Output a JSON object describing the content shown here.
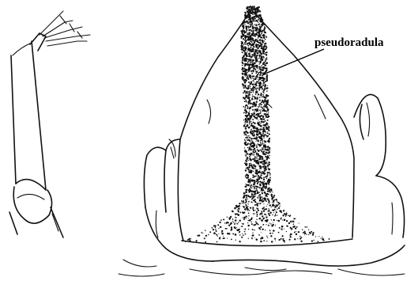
{
  "figure": {
    "labels": {
      "pseudoradula": "pseudoradula"
    },
    "parts": {
      "appendage": "appendage-drawing",
      "head": "head-drawing",
      "stipple": "pseudoradula-stipple"
    },
    "colors": {
      "ink": "#111111",
      "background": "#ffffff"
    }
  }
}
